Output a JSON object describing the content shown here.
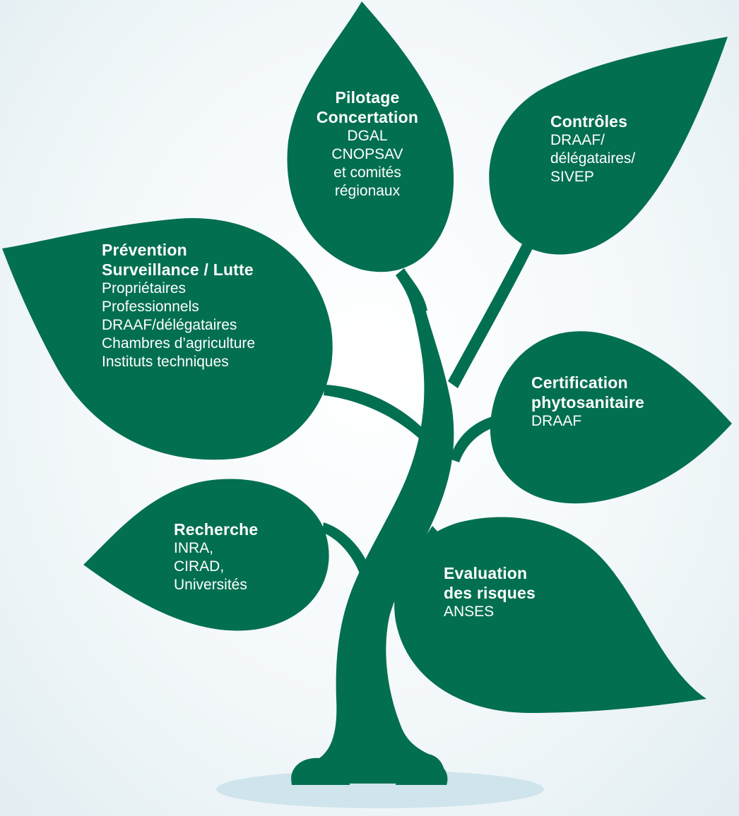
{
  "colors": {
    "plant_green": "#036f51",
    "text_white": "#ffffff",
    "shadow_blue": "#cfe4ec"
  },
  "leaves": {
    "pilotage": {
      "title": [
        "Pilotage",
        "Concertation"
      ],
      "lines": [
        "DGAL",
        "CNOPSAV",
        "et comités",
        "régionaux"
      ]
    },
    "controles": {
      "title": [
        "Contrôles"
      ],
      "lines": [
        "DRAAF/",
        "délégataires/",
        "SIVEP"
      ]
    },
    "prevention": {
      "title": [
        "Prévention",
        "Surveillance / Lutte"
      ],
      "lines": [
        "Propriétaires",
        "Professionnels",
        "DRAAF/délégataires",
        "Chambres d’agriculture",
        "Instituts techniques"
      ]
    },
    "certification": {
      "title": [
        "Certification",
        "phytosanitaire"
      ],
      "lines": [
        "DRAAF"
      ]
    },
    "recherche": {
      "title": [
        "Recherche"
      ],
      "lines": [
        "INRA,",
        "CIRAD,",
        "Universités"
      ]
    },
    "evaluation": {
      "title": [
        "Evaluation",
        "des risques"
      ],
      "lines": [
        "ANSES"
      ]
    }
  }
}
